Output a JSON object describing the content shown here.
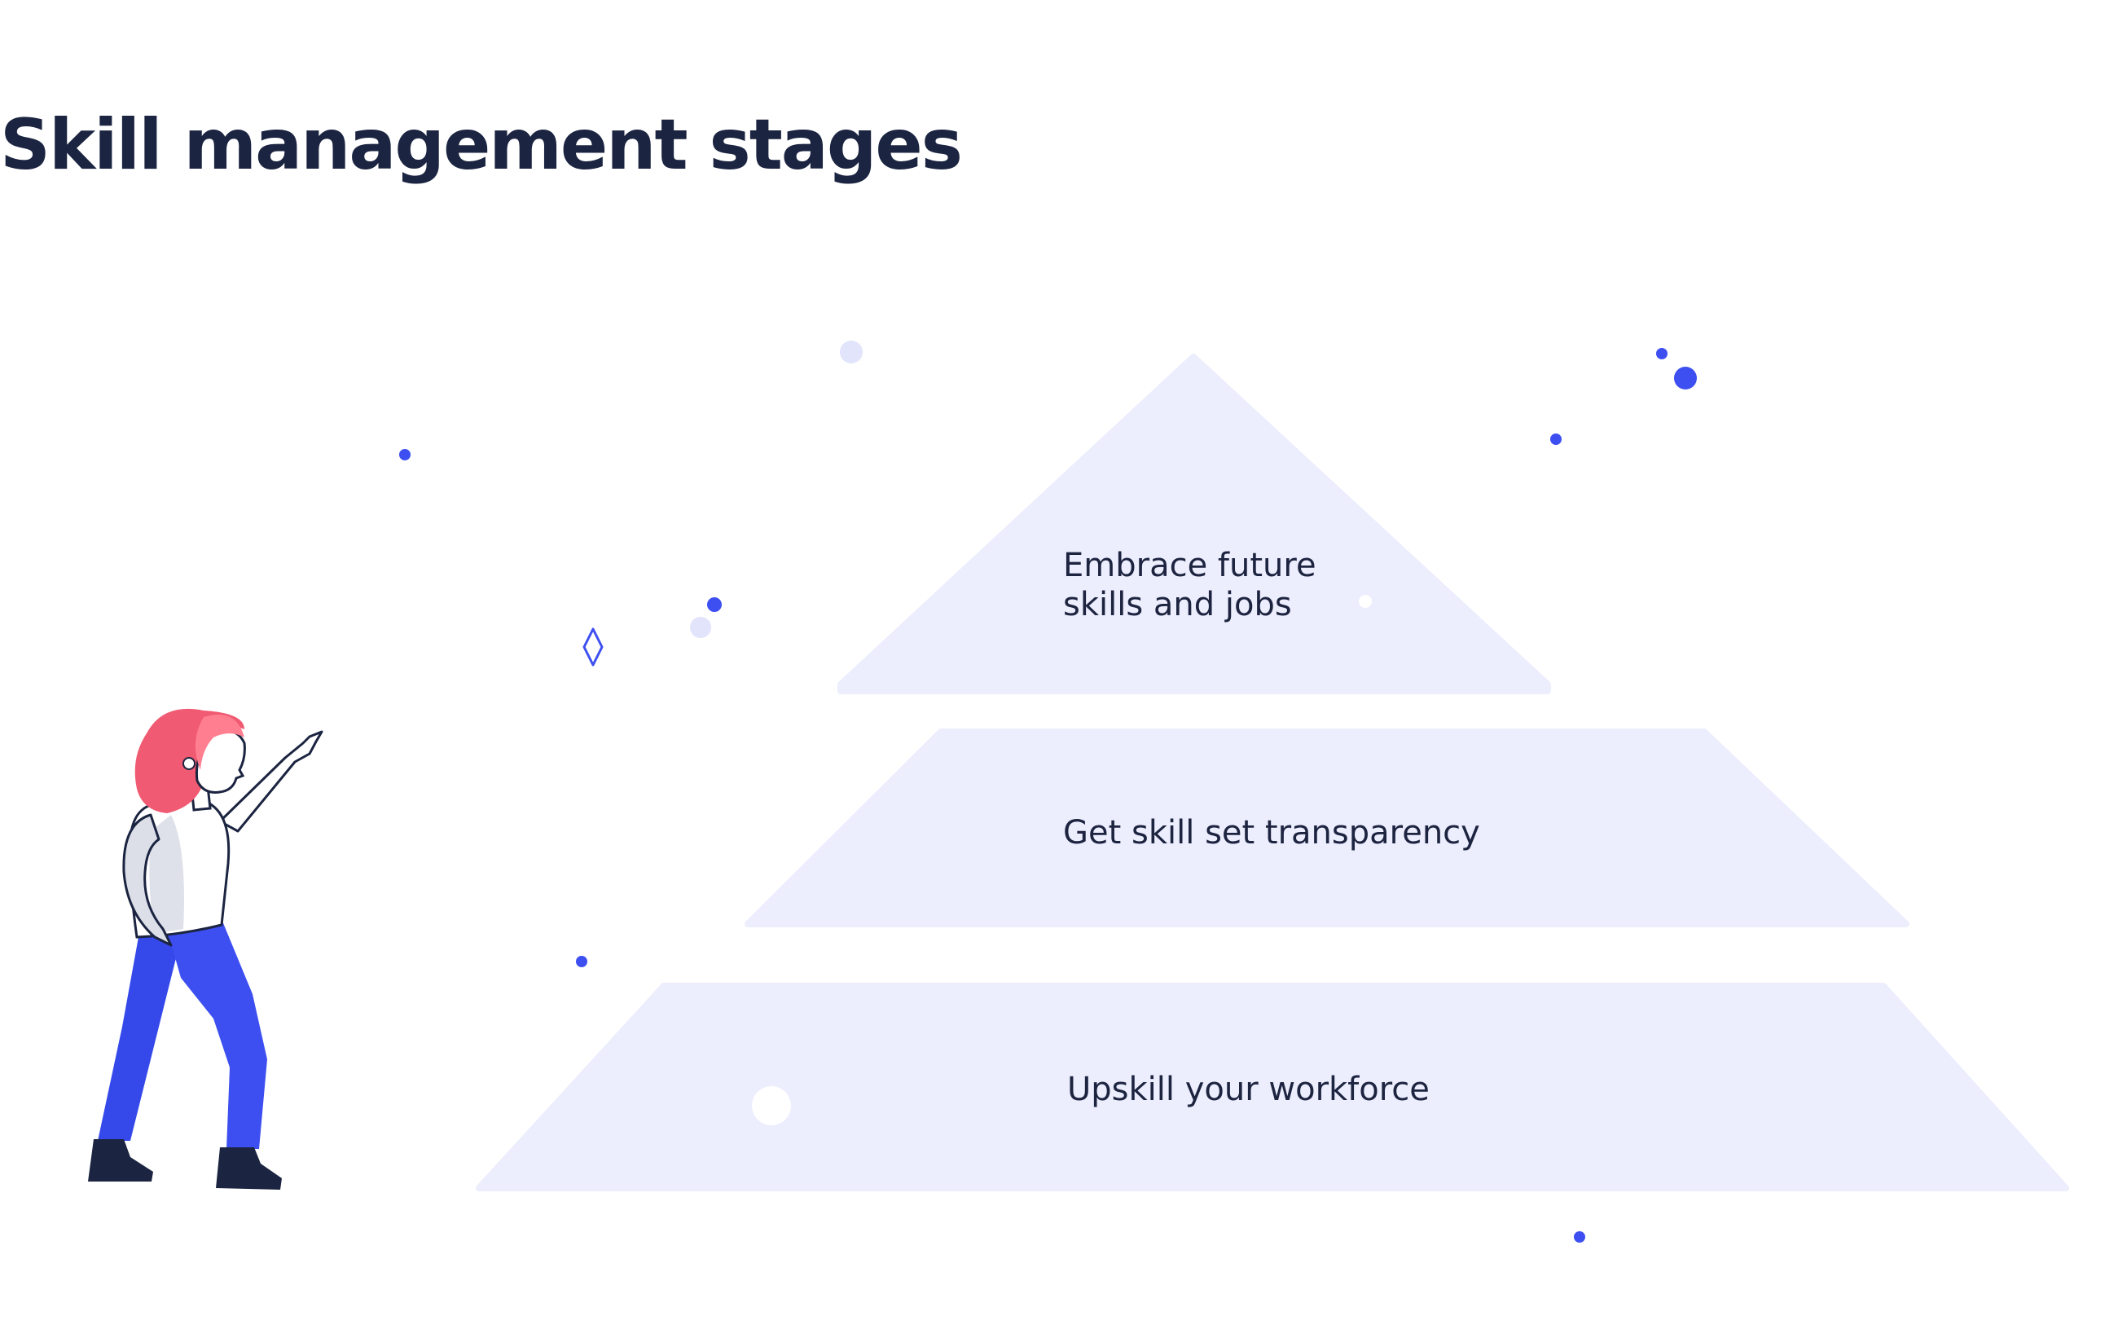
{
  "title": "Skill management stages",
  "stages": {
    "top": {
      "line1": "Embrace future",
      "line2": "skills and jobs"
    },
    "middle": "Get skill set transparency",
    "bottom": "Upskill your workforce"
  },
  "colors": {
    "pyramid_fill": "#ecedfd",
    "accent_blue": "#3d4ff0",
    "light_dot": "#e1e4fb",
    "title": "#1b2440"
  }
}
